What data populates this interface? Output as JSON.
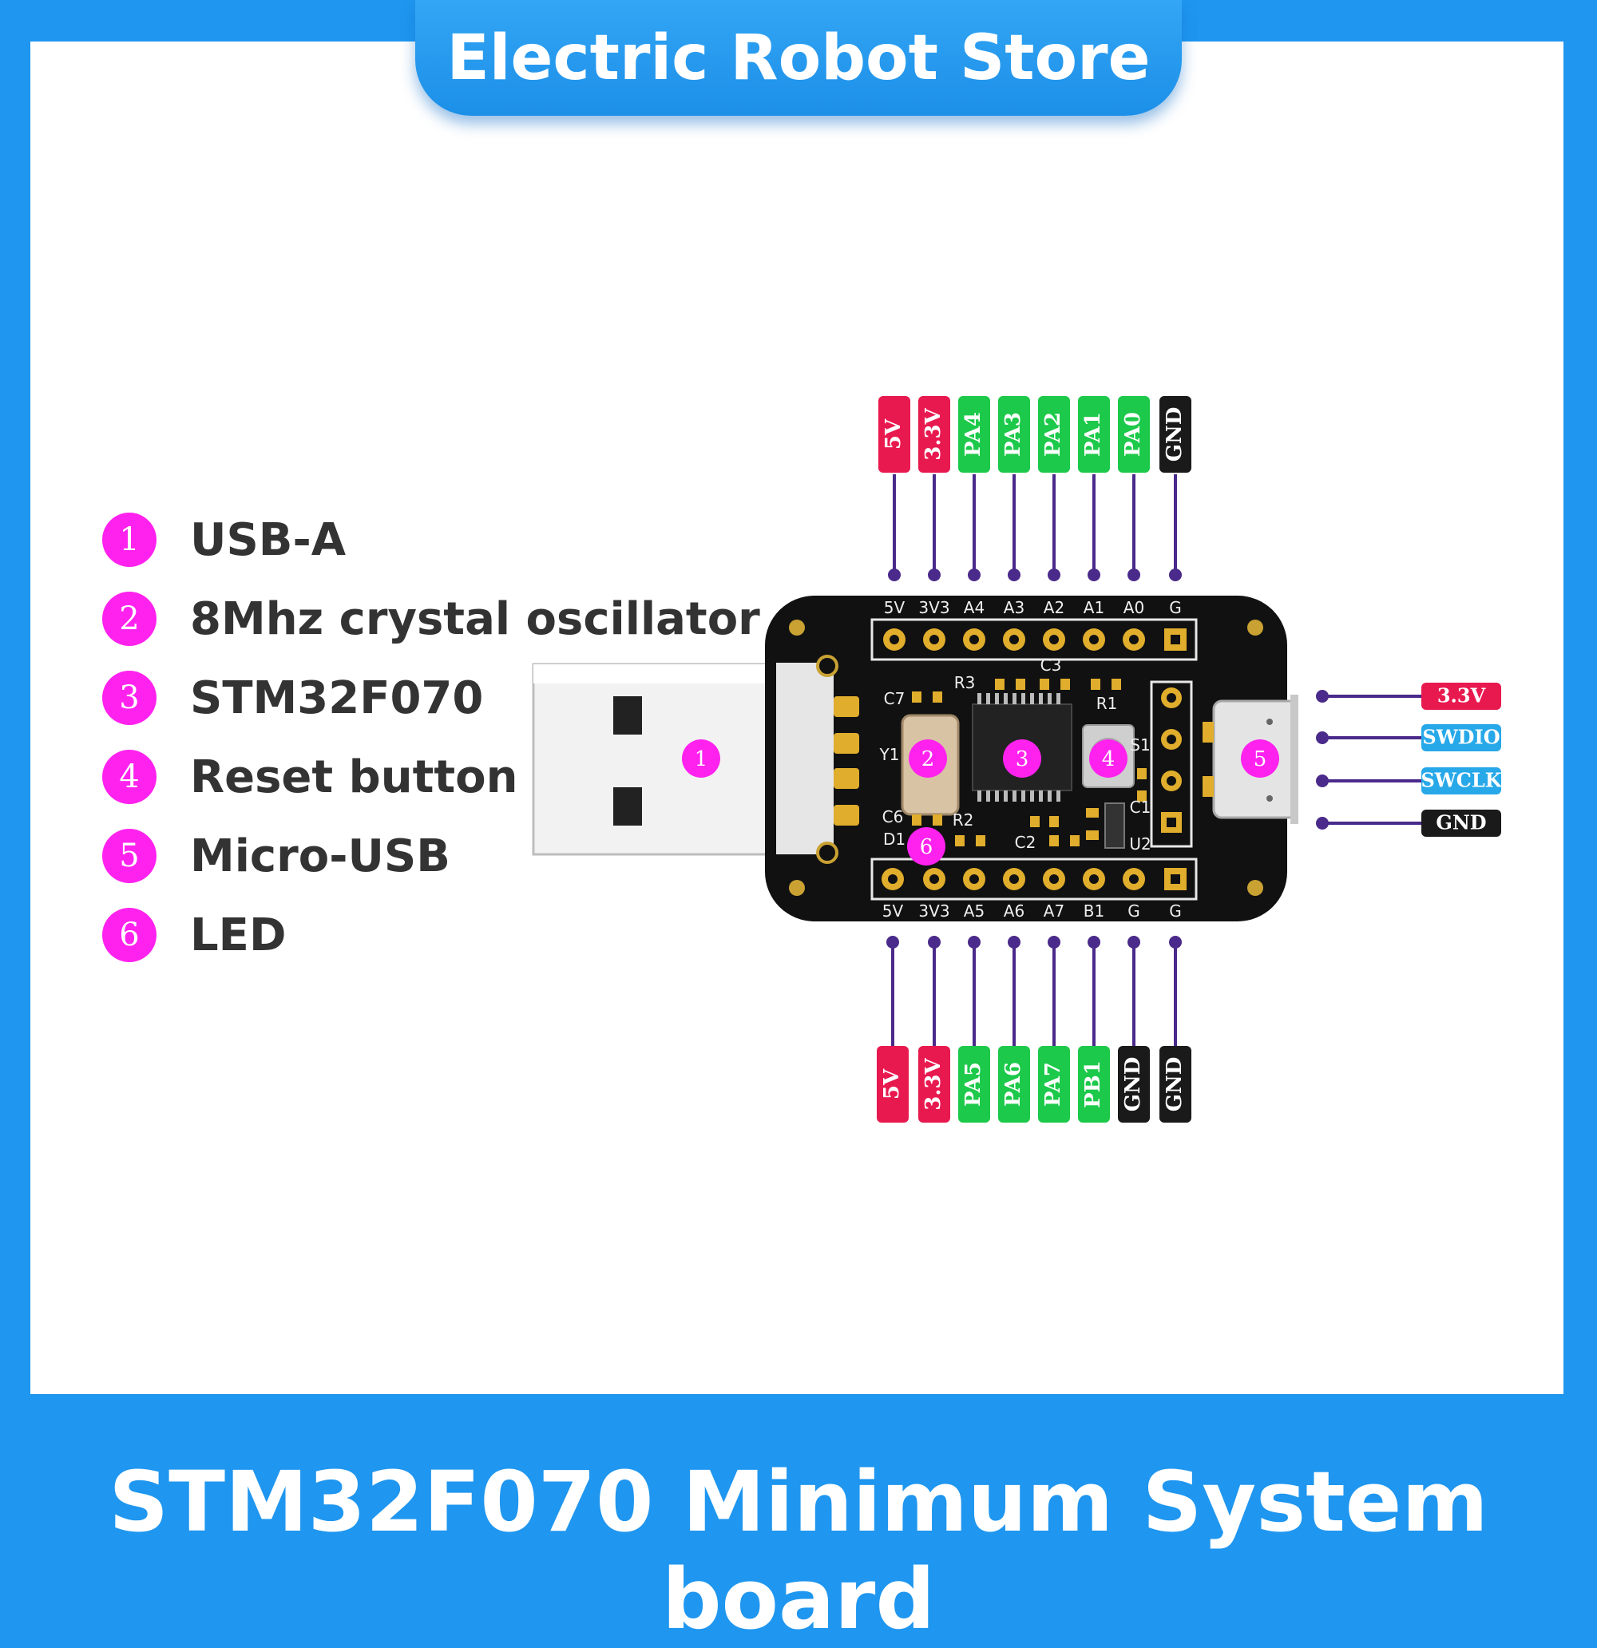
{
  "header": {
    "store_name": "Electric Robot Store"
  },
  "footer": {
    "title": "STM32F070 Minimum System board"
  },
  "legend": [
    {
      "num": "1",
      "label": "USB-A"
    },
    {
      "num": "2",
      "label": "8Mhz crystal oscillator"
    },
    {
      "num": "3",
      "label": "STM32F070"
    },
    {
      "num": "4",
      "label": "Reset button"
    },
    {
      "num": "5",
      "label": "Micro-USB"
    },
    {
      "num": "6",
      "label": "LED"
    }
  ],
  "colors": {
    "red": "#e8194f",
    "green": "#1cc94a",
    "black": "#1a1a1a",
    "blue": "#27a8e8",
    "magenta": "#ff22ee",
    "purple": "#4a2a8a"
  },
  "top_pins": [
    {
      "tag": "5V",
      "silk": "5V",
      "color": "red"
    },
    {
      "tag": "3.3V",
      "silk": "3V3",
      "color": "red"
    },
    {
      "tag": "PA4",
      "silk": "A4",
      "color": "green"
    },
    {
      "tag": "PA3",
      "silk": "A3",
      "color": "green"
    },
    {
      "tag": "PA2",
      "silk": "A2",
      "color": "green"
    },
    {
      "tag": "PA1",
      "silk": "A1",
      "color": "green"
    },
    {
      "tag": "PA0",
      "silk": "A0",
      "color": "green"
    },
    {
      "tag": "GND",
      "silk": "G",
      "color": "black"
    }
  ],
  "bottom_pins": [
    {
      "tag": "5V",
      "silk": "5V",
      "color": "red"
    },
    {
      "tag": "3.3V",
      "silk": "3V3",
      "color": "red"
    },
    {
      "tag": "PA5",
      "silk": "A5",
      "color": "green"
    },
    {
      "tag": "PA6",
      "silk": "A6",
      "color": "green"
    },
    {
      "tag": "PA7",
      "silk": "A7",
      "color": "green"
    },
    {
      "tag": "PB1",
      "silk": "B1",
      "color": "green"
    },
    {
      "tag": "GND",
      "silk": "G",
      "color": "black"
    },
    {
      "tag": "GND",
      "silk": "G",
      "color": "black"
    }
  ],
  "right_pins": [
    {
      "tag": "3.3V",
      "color": "red"
    },
    {
      "tag": "SWDIO",
      "color": "blue"
    },
    {
      "tag": "SWCLK",
      "color": "blue"
    },
    {
      "tag": "GND",
      "color": "black"
    }
  ],
  "board_silk": [
    "R3",
    "C3",
    "C7",
    "R1",
    "Y1",
    "S1",
    "C1",
    "C6",
    "R2",
    "D1",
    "C2",
    "U2"
  ],
  "callouts": [
    "1",
    "2",
    "3",
    "4",
    "5",
    "6"
  ]
}
